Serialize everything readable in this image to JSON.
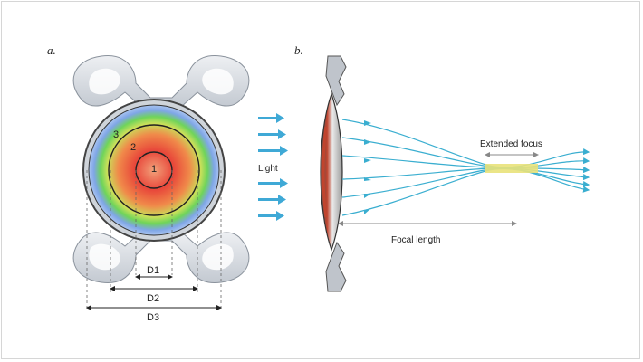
{
  "panel_a": {
    "label": "a.",
    "zone_labels": [
      "1",
      "2",
      "3"
    ],
    "dimensions": [
      "D1",
      "D2",
      "D3"
    ]
  },
  "panel_b": {
    "label": "b.",
    "light_label": "Light",
    "focus_label": "Extended focus",
    "focal_label": "Focal length"
  },
  "colors": {
    "center": "#e8463a",
    "middle": "#f08a4a",
    "green": "#6fd45a",
    "blue": "#7fa6e6",
    "ray": "#3aaed0",
    "arrow": "#3fa9d6",
    "focus_band": "#e9e27a",
    "haptic": "#d7dce2"
  }
}
